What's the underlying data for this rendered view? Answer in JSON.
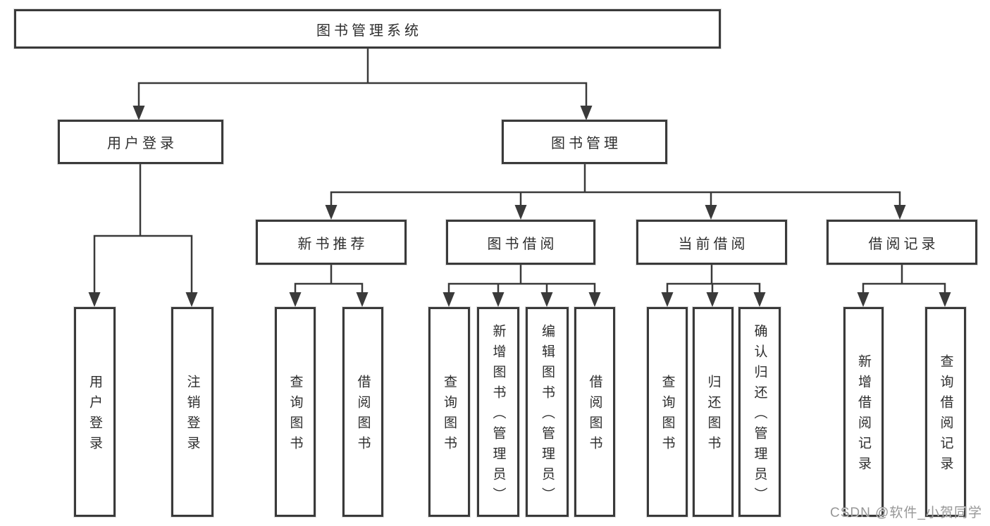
{
  "diagram": {
    "root": {
      "label": "图书管理系统"
    },
    "level2": [
      {
        "label": "用户登录"
      },
      {
        "label": "图书管理"
      }
    ],
    "level3": [
      {
        "label": "新书推荐"
      },
      {
        "label": "图书借阅"
      },
      {
        "label": "当前借阅"
      },
      {
        "label": "借阅记录"
      }
    ],
    "leaves": [
      {
        "label": "用户登录"
      },
      {
        "label": "注销登录"
      },
      {
        "label": "查询图书"
      },
      {
        "label": "借阅图书"
      },
      {
        "label": "查询图书"
      },
      {
        "label": "新增图书（管理员）"
      },
      {
        "label": "编辑图书（管理员）"
      },
      {
        "label": "借阅图书"
      },
      {
        "label": "查询图书"
      },
      {
        "label": "归还图书"
      },
      {
        "label": "确认归还（管理员）"
      },
      {
        "label": "新增借阅记录"
      },
      {
        "label": "查询借阅记录"
      }
    ],
    "watermark": "CSDN @软件_小贺同学",
    "colors": {
      "line": "#3a3a3a",
      "box_border": "#3a3a3a",
      "text": "#2e2e2e",
      "watermark": "#979797",
      "background": "#ffffff"
    }
  }
}
